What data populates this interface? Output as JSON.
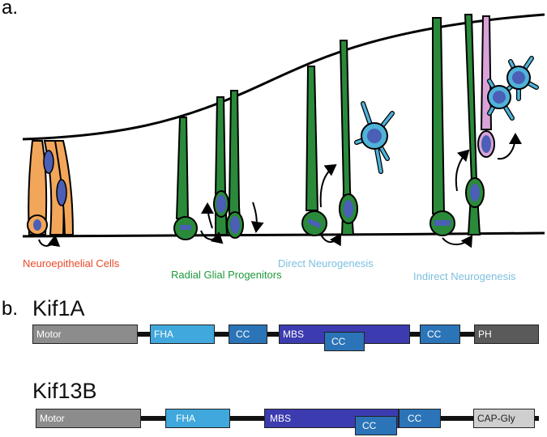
{
  "panel_a": {
    "label": "a.",
    "cell_types": [
      {
        "label": "Neuroepithelial Cells",
        "color": "#e8492a"
      },
      {
        "label": "Radial Glial Progenitors",
        "color": "#1f9a3c"
      },
      {
        "label": "Direct Neurogenesis",
        "color": "#7cbfe0"
      },
      {
        "label": "Indirect Neurogenesis",
        "color": "#7cbfe0"
      }
    ],
    "colors": {
      "neuroepithelial": "#f2a65a",
      "radial_glia": "#2a8a3a",
      "nucleus": "#4a5fb5",
      "neuron": "#4fb3d9",
      "intermediate_progenitor": "#d9a3d9"
    }
  },
  "panel_b": {
    "label": "b.",
    "proteins": [
      {
        "name": "Kif1A",
        "domains": [
          {
            "label": "Motor",
            "color": "#8c8c8c"
          },
          {
            "label": "FHA",
            "color": "#40a8dc"
          },
          {
            "label": "CC",
            "color": "#2b74b8"
          },
          {
            "label": "MBS",
            "color": "#3c3cb0"
          },
          {
            "label": "CC",
            "color": "#2b74b8"
          },
          {
            "label": "CC",
            "color": "#2b74b8"
          },
          {
            "label": "PH",
            "color": "#5a5a5a"
          }
        ]
      },
      {
        "name": "Kif13B",
        "domains": [
          {
            "label": "Motor",
            "color": "#8c8c8c"
          },
          {
            "label": "FHA",
            "color": "#40a8dc"
          },
          {
            "label": "MBS",
            "color": "#3c3cb0"
          },
          {
            "label": "CC",
            "color": "#2b74b8"
          },
          {
            "label": "CC",
            "color": "#2b74b8"
          },
          {
            "label": "CAP-Gly",
            "color": "#cfcfcf"
          }
        ]
      }
    ]
  }
}
